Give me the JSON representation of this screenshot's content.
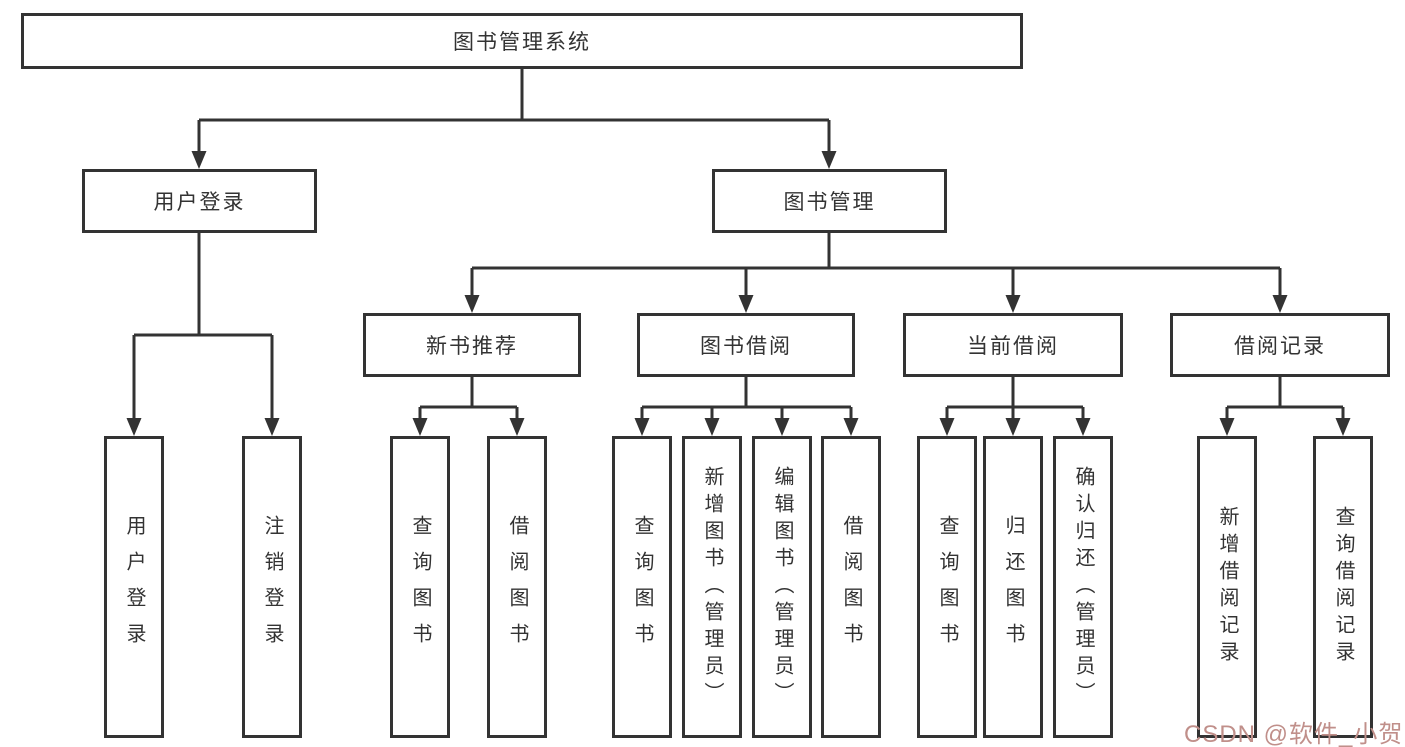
{
  "tree": {
    "root": {
      "label": "图书管理系统",
      "children": [
        {
          "label": "用户登录",
          "children": [
            {
              "label": "用户登录"
            },
            {
              "label": "注销登录"
            }
          ]
        },
        {
          "label": "图书管理",
          "children": [
            {
              "label": "新书推荐",
              "children": [
                {
                  "label": "查询图书"
                },
                {
                  "label": "借阅图书"
                }
              ]
            },
            {
              "label": "图书借阅",
              "children": [
                {
                  "label": "查询图书"
                },
                {
                  "label": "新增图书（管理员）"
                },
                {
                  "label": "编辑图书（管理员）"
                },
                {
                  "label": "借阅图书"
                }
              ]
            },
            {
              "label": "当前借阅",
              "children": [
                {
                  "label": "查询图书"
                },
                {
                  "label": "归还图书"
                },
                {
                  "label": "确认归还（管理员）"
                }
              ]
            },
            {
              "label": "借阅记录",
              "children": [
                {
                  "label": "新增借阅记录"
                },
                {
                  "label": "查询借阅记录"
                }
              ]
            }
          ]
        }
      ]
    }
  },
  "watermark": {
    "text": "CSDN @软件_小贺同学"
  },
  "colors": {
    "line": "#333333",
    "border": "#333333",
    "text": "#333333",
    "background": "#ffffff",
    "watermark": "#c08f8a"
  }
}
